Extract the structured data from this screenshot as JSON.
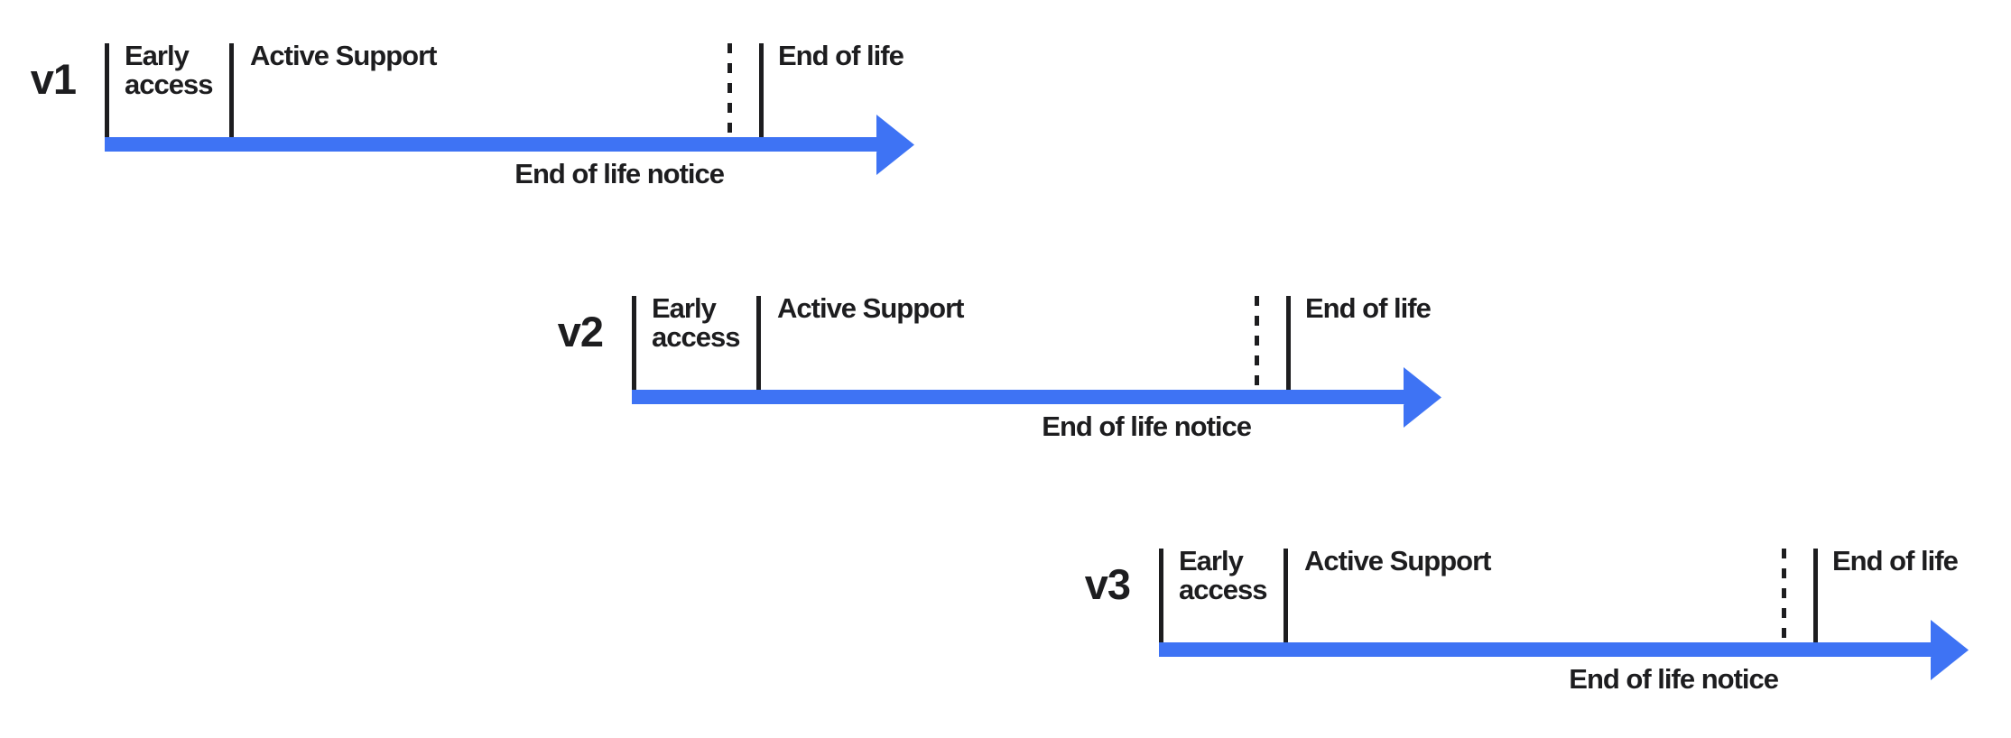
{
  "colors": {
    "accent_blue": "#3E73F4",
    "line_and_text": "#1D1D1F",
    "background": "#FFFFFF"
  },
  "timelines": [
    {
      "version": "v1",
      "early_access_label": "Early access",
      "active_support_label": "Active Support",
      "end_of_life_label": "End of life",
      "end_of_life_notice_label": "End of life notice"
    },
    {
      "version": "v2",
      "early_access_label": "Early access",
      "active_support_label": "Active Support",
      "end_of_life_label": "End of life",
      "end_of_life_notice_label": "End of life notice"
    },
    {
      "version": "v3",
      "early_access_label": "Early access",
      "active_support_label": "Active Support",
      "end_of_life_label": "End of life",
      "end_of_life_notice_label": "End of life notice"
    }
  ]
}
